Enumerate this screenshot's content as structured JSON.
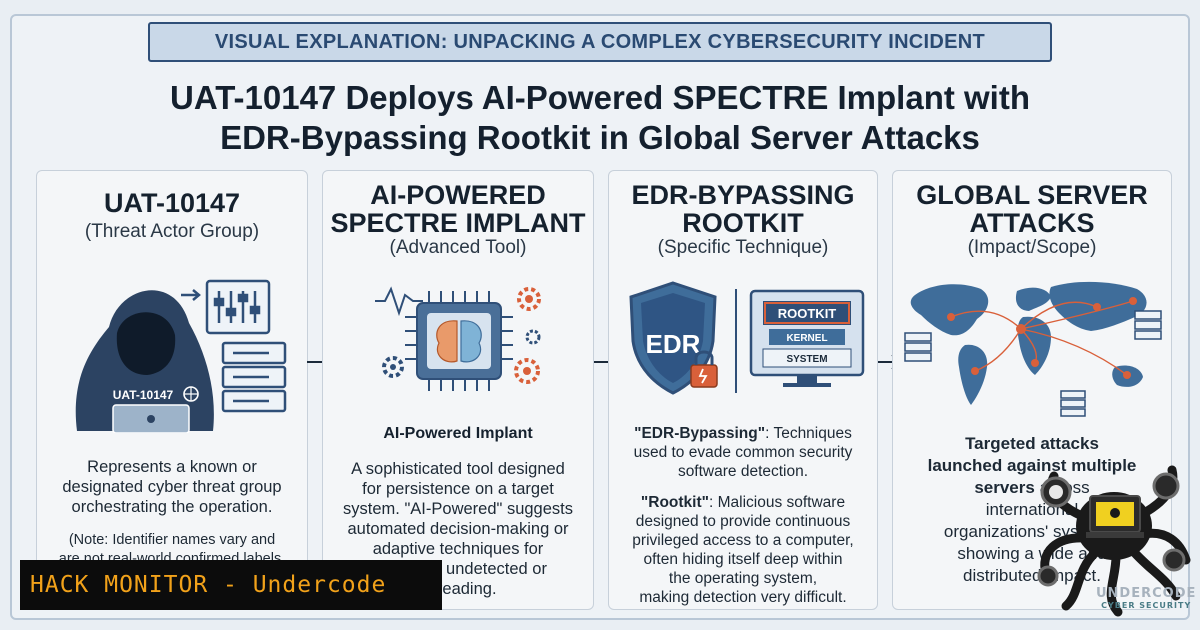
{
  "banner": "VISUAL EXPLANATION: UNPACKING A COMPLEX CYBERSECURITY INCIDENT",
  "title_line1": "UAT-10147 Deploys AI-Powered SPECTRE Implant with",
  "title_line2": "EDR-Bypassing Rootkit in Global Server Attacks",
  "panels": [
    {
      "title": [
        "UAT-10147"
      ],
      "subtitle": "(Threat Actor Group)",
      "icon_text": "UAT-10147",
      "body": [
        "Represents a known or",
        "designated cyber threat group",
        "orchestrating the operation."
      ],
      "note": [
        "(Note: Identifier names vary and",
        "are not real-world confirmed labels."
      ]
    },
    {
      "title": [
        "AI-POWERED",
        "SPECTRE IMPLANT"
      ],
      "subtitle": "(Advanced Tool)",
      "icon_label": "AI-Powered Implant",
      "body": [
        "A sophisticated tool designed",
        "for persistence on a target",
        "system. \"AI-Powered\" suggests",
        "automated decision-making or",
        "adaptive techniques for",
        "remaining undetected or",
        "spreading."
      ]
    },
    {
      "title": [
        "EDR-BYPASSING",
        "ROOTKIT"
      ],
      "subtitle": "(Specific Technique)",
      "shield_text": "EDR",
      "monitor_labels": [
        "ROOTKIT",
        "KERNEL",
        "SYSTEM"
      ],
      "body1_bold": "\"EDR-Bypassing\"",
      "body1": [
        ": Techniques",
        "used to evade common security",
        "software detection."
      ],
      "body2_bold": "\"Rootkit\"",
      "body2": [
        ": Malicious software",
        "designed to provide continuous",
        "privileged access to a computer,",
        "often hiding itself deep within",
        "the operating system,",
        "making detection very difficult."
      ]
    },
    {
      "title": [
        "GLOBAL SERVER",
        "ATTACKS"
      ],
      "subtitle": "(Impact/Scope)",
      "body_bold": [
        "Targeted attacks",
        "launched against multiple",
        "servers"
      ],
      "body": [
        "across",
        "international",
        "organizations' systems,",
        "showing a wide and",
        "distributed impact."
      ]
    }
  ],
  "watermark": "HACK MONITOR - Undercode",
  "logo_text": "UNDERCODE",
  "logo_sub": "CYBER SECURITY",
  "colors": {
    "navy": "#2f4f78",
    "accent_red": "#d9603a",
    "amber": "#f2a21a",
    "teal": "#3f6d9a"
  }
}
